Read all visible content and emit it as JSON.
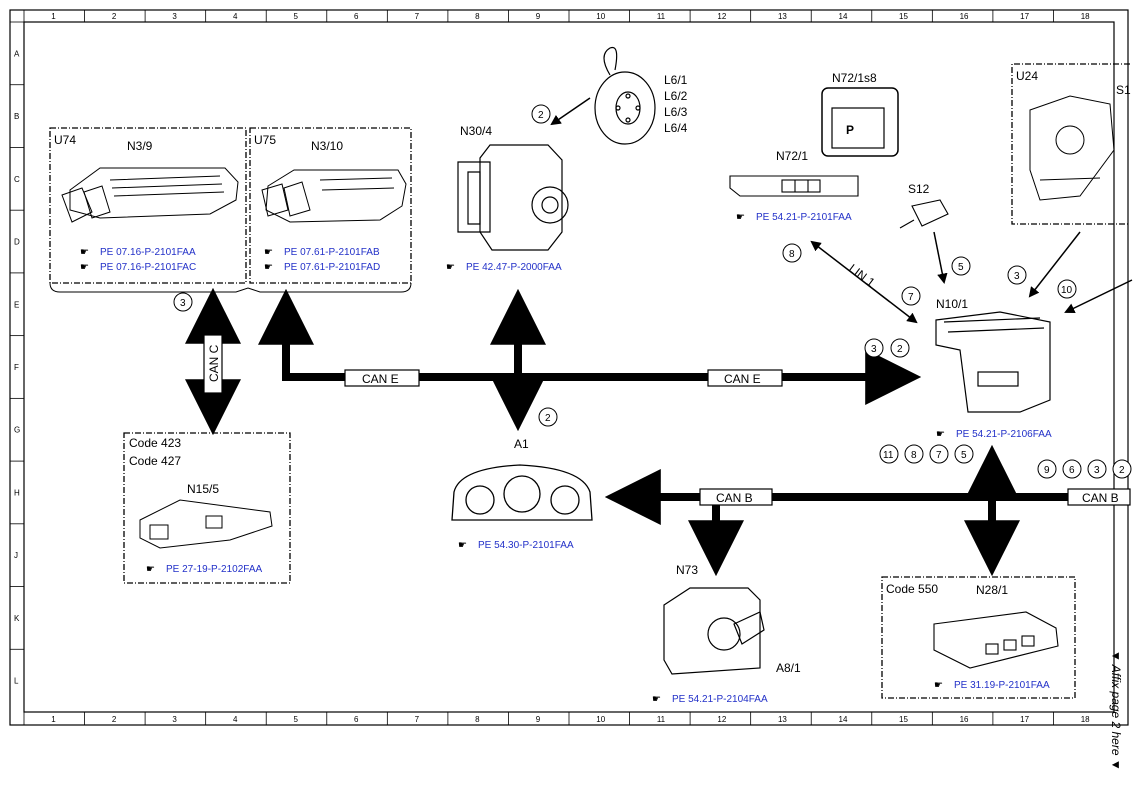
{
  "grid": {
    "columns": [
      "1",
      "2",
      "3",
      "4",
      "5",
      "6",
      "7",
      "8",
      "9",
      "10",
      "11",
      "12",
      "13",
      "14",
      "15",
      "16",
      "17",
      "18"
    ],
    "rows": [
      "A",
      "B",
      "C",
      "D",
      "E",
      "F",
      "G",
      "H",
      "J",
      "K",
      "L"
    ]
  },
  "side_note": "▼ Affix page 2 here ▼",
  "components": {
    "u74": {
      "box": "U74",
      "name": "N3/9",
      "refs": [
        "PE 07.16-P-2101FAA",
        "PE 07.16-P-2101FAC"
      ]
    },
    "u75": {
      "box": "U75",
      "name": "N3/10",
      "refs": [
        "PE 07.61-P-2101FAB",
        "PE 07.61-P-2101FAD"
      ]
    },
    "n30_4": {
      "name": "N30/4",
      "ref": "PE 42.47-P-2000FAA"
    },
    "l6": {
      "labels": [
        "L6/1",
        "L6/2",
        "L6/3",
        "L6/4"
      ]
    },
    "n72_1": {
      "name": "N72/1",
      "sub": "N72/1s8",
      "ref": "PE 54.21-P-2101FAA"
    },
    "u24": {
      "box": "U24",
      "sub": "S1"
    },
    "s12": {
      "name": "S12"
    },
    "n10_1": {
      "name": "N10/1",
      "ref": "PE 54.21-P-2106FAA"
    },
    "n15_5": {
      "codes": [
        "Code 423",
        "Code 427"
      ],
      "name": "N15/5",
      "ref": "PE 27-19-P-2102FAA"
    },
    "a1": {
      "name": "A1",
      "ref": "PE 54.30-P-2101FAA"
    },
    "n73": {
      "name": "N73",
      "sub": "A8/1",
      "ref": "PE 54.21-P-2104FAA"
    },
    "n28_1": {
      "code": "Code 550",
      "name": "N28/1",
      "ref": "PE 31.19-P-2101FAA"
    }
  },
  "buses": {
    "can_c": "CAN C",
    "can_e_left": "CAN E",
    "can_e_right": "CAN E",
    "can_b_left": "CAN B",
    "can_b_right": "CAN B",
    "lin": "LIN 1"
  },
  "callouts": {
    "c_disc": "2",
    "c_canc": "3",
    "c_a1": "2",
    "c_lin": "8",
    "c_s12": "5",
    "c_u24": "3",
    "c_right": "10",
    "c_seven": "7",
    "c_n10_left": [
      "3",
      "2"
    ],
    "c_n10_bottom": [
      "11",
      "8",
      "7",
      "5"
    ],
    "c_canb_right": [
      "9",
      "6",
      "3",
      "2"
    ]
  }
}
